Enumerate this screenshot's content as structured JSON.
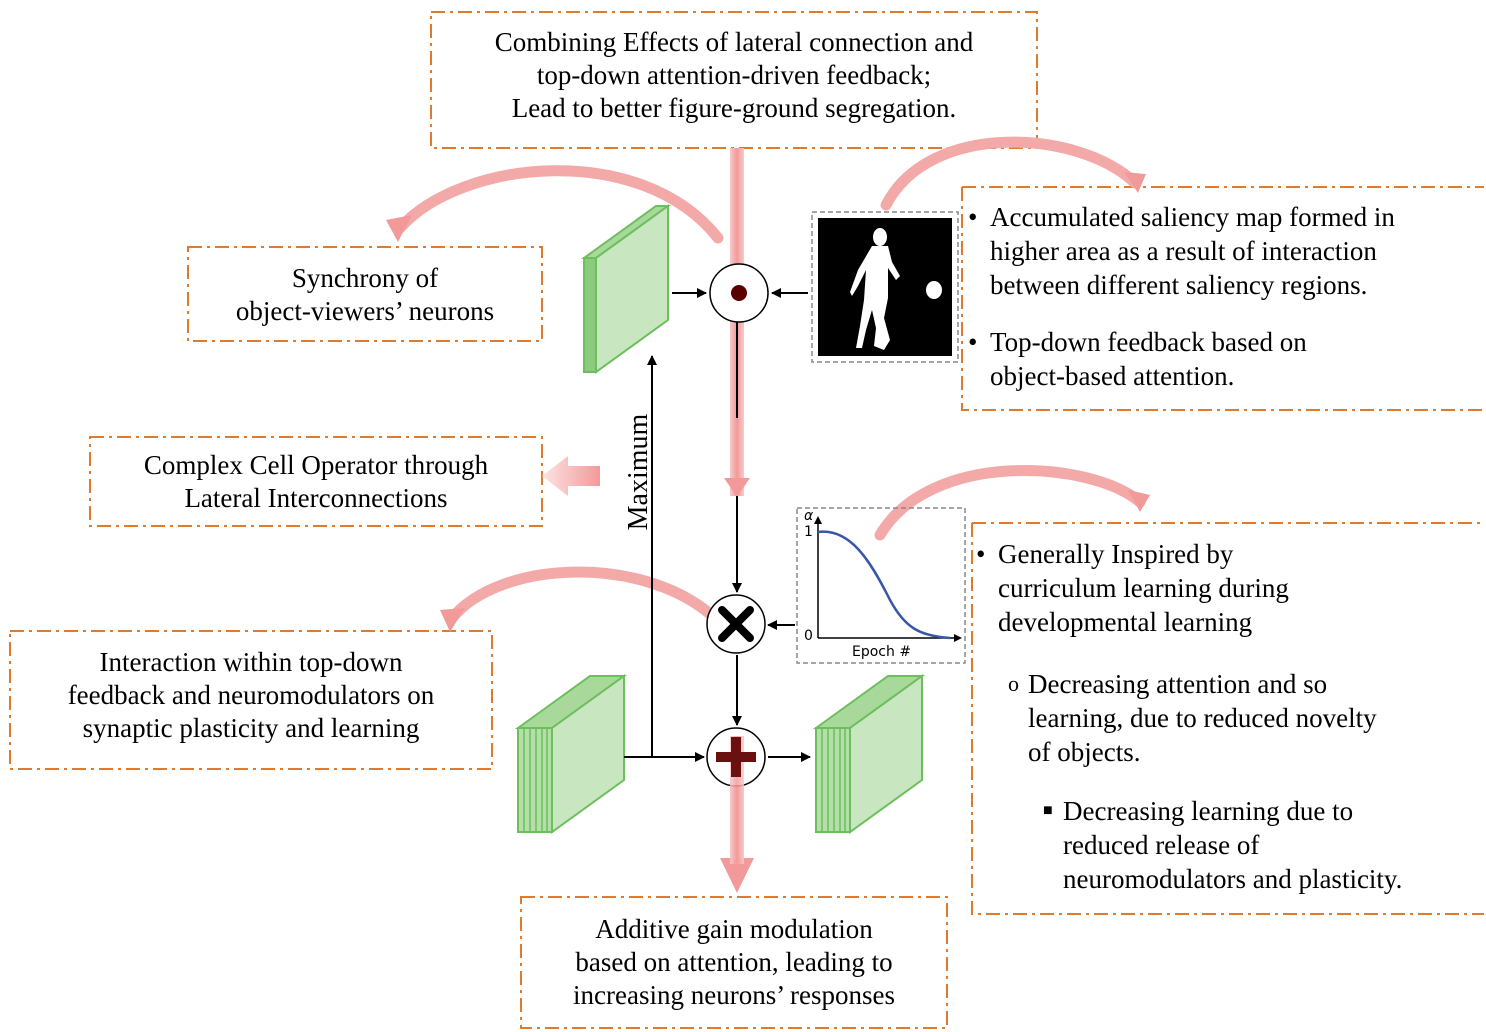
{
  "top_box": {
    "line1": "Combining Effects of lateral connection and",
    "line2": "top-down attention-driven feedback;",
    "line3": "Lead to better figure-ground segregation."
  },
  "synchrony_box": {
    "line1": "Synchrony of",
    "line2": "object-viewers’ neurons"
  },
  "complex_box": {
    "line1": "Complex Cell Operator through",
    "line2": "Lateral Interconnections"
  },
  "interaction_box": {
    "line1": "Interaction within top-down",
    "line2": "feedback and neuromodulators on",
    "line3": "synaptic plasticity and learning"
  },
  "additive_box": {
    "line1": "Additive gain modulation",
    "line2": "based on attention, leading to",
    "line3": "increasing neurons’ responses"
  },
  "saliency_box": {
    "b1_line1": "Accumulated saliency map formed in",
    "b1_line2": "higher area as a result of interaction",
    "b1_line3": "between different saliency regions.",
    "b2_line1": "Top-down feedback based on",
    "b2_line2": "object-based attention."
  },
  "curriculum_box": {
    "b1_line1": "Generally Inspired by",
    "b1_line2": "curriculum learning during",
    "b1_line3": "developmental learning",
    "s1_line1": "Decreasing attention and so",
    "s1_line2": "learning, due to reduced novelty",
    "s1_line3": "of objects.",
    "s2_line1": "Decreasing learning due to",
    "s2_line2": "reduced release of",
    "s2_line3": "neuromodulators and plasticity."
  },
  "maximum_label": "Maximum",
  "inset_plot": {
    "y_symbol": "α",
    "y_tick_top": "1",
    "y_tick_bottom": "0",
    "x_label": "Epoch #"
  },
  "colors": {
    "box_border": "#e07b2e",
    "feedback_arrow": "#f4a9a9",
    "neuron_block": "#c8e6c0",
    "neuron_edge": "#6cbf5c",
    "curve": "#3a56a8"
  },
  "icons": {
    "dot_op": "circled-dot-icon",
    "mult_op": "multiply-icon",
    "add_op": "plus-icon"
  }
}
